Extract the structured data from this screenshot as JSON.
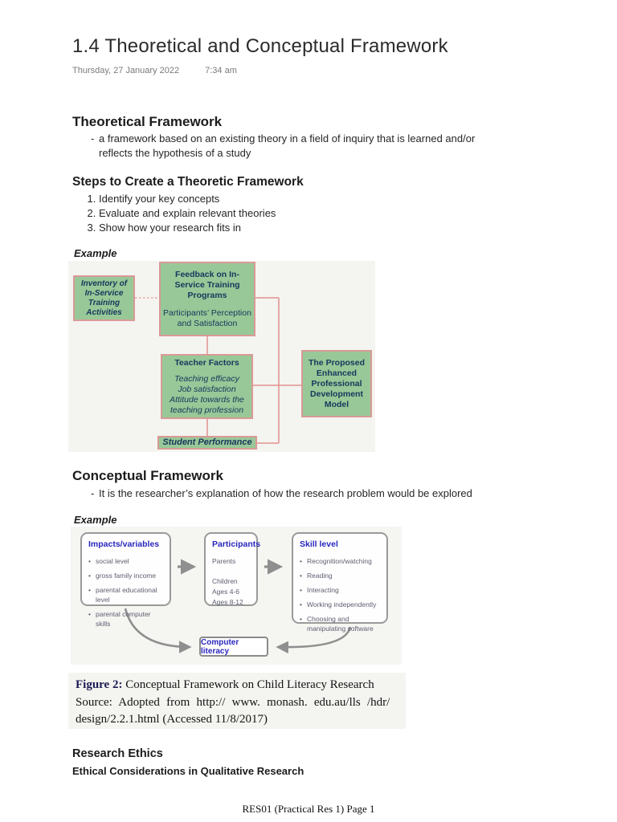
{
  "page": {
    "title": "1.4 Theoretical and Conceptual Framework",
    "date": "Thursday, 27 January 2022",
    "time": "7:34 am",
    "footer": "RES01 (Practical Res 1) Page 1"
  },
  "theoretical": {
    "heading": "Theoretical Framework",
    "bullet_lines": [
      "a framework based on an existing theory in a field of inquiry that is learned and/or",
      "reflects the hypothesis of a study"
    ],
    "steps_heading": "Steps to Create a Theoretic Framework",
    "steps": [
      "Identify your key concepts",
      "Evaluate and explain relevant theories",
      "Show how your research fits in"
    ],
    "example_label": "Example"
  },
  "diagram1": {
    "colors": {
      "box_fill": "#98c897",
      "box_border": "#d89a96",
      "text": "#17365d",
      "line": "#e8a7a3",
      "background": "#f4f4f1"
    },
    "boxes": {
      "inventory": "Inventory of In-Service Training Activities",
      "feedback_title": "Feedback on In-Service Training Programs",
      "feedback_sub": "Participants’ Perception and Satisfaction",
      "teacher_title": "Teacher Factors",
      "teacher_lines": [
        "Teaching efficacy",
        "Job satisfaction",
        "Attitude towards the teaching profession"
      ],
      "model": "The Proposed Enhanced Professional Development Model",
      "student": "Student Performance"
    }
  },
  "conceptual": {
    "heading": "Conceptual Framework",
    "bullet": "It is the researcher’s explanation of how the research problem would be explored",
    "example_label": "Example"
  },
  "diagram2": {
    "colors": {
      "header_text": "#2a26bd",
      "body_text": "#5d5f70",
      "border": "#9a9a9a",
      "arrow": "#8f8f8f",
      "background": "#f5f5f2"
    },
    "impacts": {
      "title": "Impacts/variables",
      "items": [
        "social level",
        "gross family income",
        "parental educational level",
        "parental computer skills"
      ]
    },
    "participants": {
      "title": "Participants",
      "lines": [
        "Parents",
        "Children",
        "Ages 4-6",
        "Ages 8-12"
      ]
    },
    "skill": {
      "title": "Skill level",
      "items": [
        "Recognition/watching",
        "Reading",
        "Interacting",
        "Working independently",
        "Choosing and manipulating software"
      ]
    },
    "outcome": "Computer literacy"
  },
  "figure": {
    "label": "Figure 2:",
    "caption": " Conceptual Framework on Child Literacy Research",
    "source_line1": "Source: Adopted from http:// www. monash. edu.au/lls /hdr/",
    "source_line2": "design/2.2.1.html (Accessed 11/8/2017)"
  },
  "ethics": {
    "heading": "Research Ethics",
    "subheading": "Ethical Considerations in Qualitative Research"
  }
}
